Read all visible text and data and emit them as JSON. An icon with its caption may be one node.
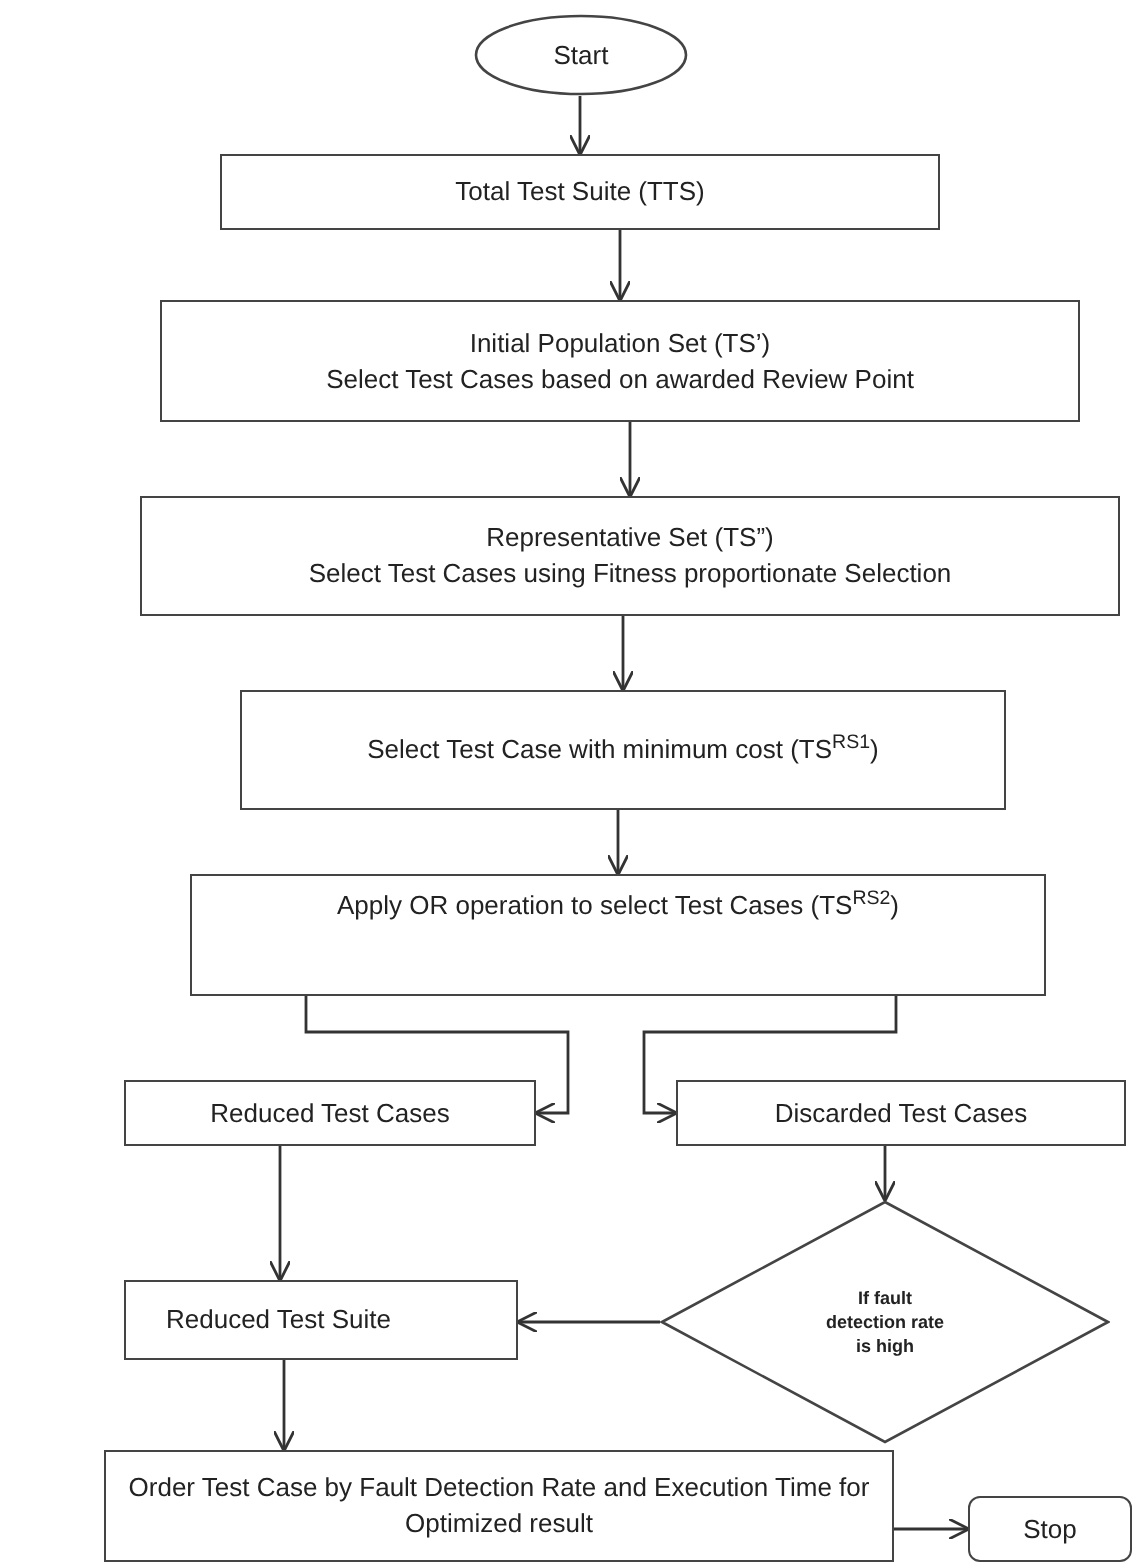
{
  "diagram": {
    "nodes": [
      {
        "text": [
          "Start"
        ]
      },
      {
        "text": [
          "Total Test Suite (TTS)"
        ]
      },
      {
        "text": [
          "Initial Population Set (TS’)",
          "Select Test Cases based on awarded Review Point"
        ]
      },
      {
        "text": [
          "Representative Set (TS”)",
          "Select Test Cases using Fitness proportionate Selection"
        ]
      },
      {
        "text": [
          "Select Test Case with minimum cost (TS$^{RS1}$)"
        ]
      },
      {
        "text": [
          "Apply OR operation to select Test Cases (TS$^{RS2}$)"
        ]
      },
      {
        "text": [
          "Reduced Test Cases"
        ]
      },
      {
        "text": [
          "Discarded Test Cases"
        ]
      },
      {
        "text": [
          "If fault detection rate is high"
        ]
      },
      {
        "text": [
          "Reduced Test Suite"
        ]
      },
      {
        "text": [
          "Order Test Case by Fault Detection Rate and Execution Time for Optimized result"
        ]
      },
      {
        "text": [
          "Stop"
        ]
      }
    ],
    "edges": [
      {
        "from": 0,
        "to": 1,
        "arrow": "to"
      },
      {
        "from": 1,
        "to": 2,
        "arrow": "to"
      },
      {
        "from": 2,
        "to": 3,
        "arrow": "to"
      },
      {
        "from": 3,
        "to": 4,
        "arrow": "to"
      },
      {
        "from": 4,
        "to": 5,
        "arrow": "to"
      },
      {
        "from": 5,
        "to": 6,
        "arrow": "to"
      },
      {
        "from": 5,
        "to": 7,
        "arrow": "to"
      },
      {
        "from": 7,
        "to": 8,
        "arrow": "to"
      },
      {
        "from": 8,
        "to": 9,
        "arrow": "to"
      },
      {
        "from": 6,
        "to": 9,
        "arrow": "to"
      },
      {
        "from": 9,
        "to": 10,
        "arrow": "to"
      },
      {
        "from": 10,
        "to": 11,
        "arrow": "to"
      }
    ]
  }
}
